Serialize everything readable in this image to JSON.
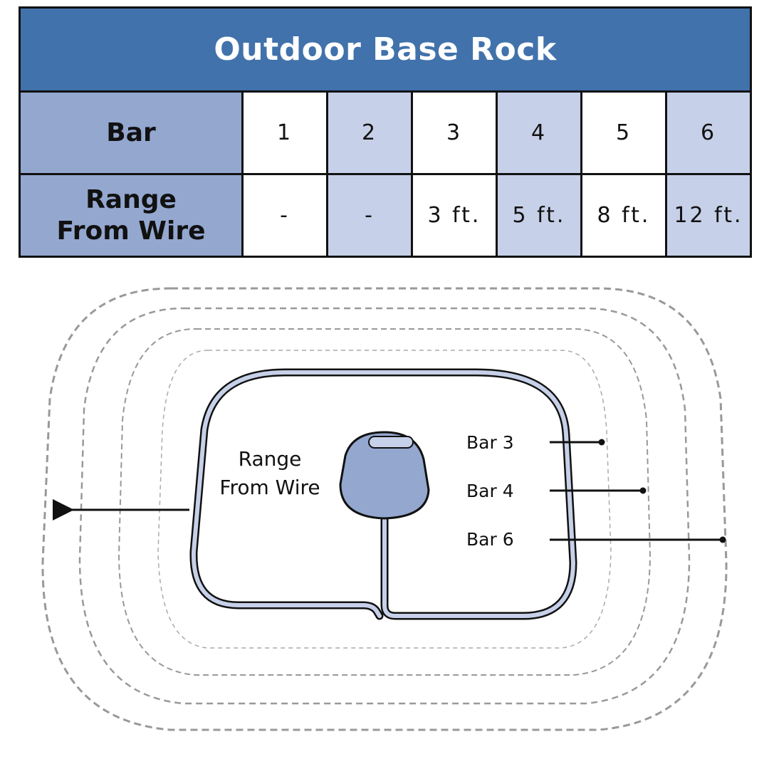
{
  "title": "Outdoor Base Rock",
  "table": {
    "bar_label": "Bar",
    "range_label_line1": "Range",
    "range_label_line2": "From Wire",
    "bars": [
      "1",
      "2",
      "3",
      "4",
      "5",
      "6"
    ],
    "ranges": [
      "-",
      "-",
      "3 ft.",
      "5 ft.",
      "8 ft.",
      "12 ft."
    ]
  },
  "diagram": {
    "range_label_line1": "Range",
    "range_label_line2": "From Wire",
    "bar_labels": [
      "Bar 3",
      "Bar 4",
      "Bar 6"
    ]
  },
  "colors": {
    "header": "#4172ab",
    "row_header": "#93a7cf",
    "shade": "#c6d0e8",
    "base_rock": "#93a7cf",
    "wire_fill": "#c6d0e8"
  }
}
